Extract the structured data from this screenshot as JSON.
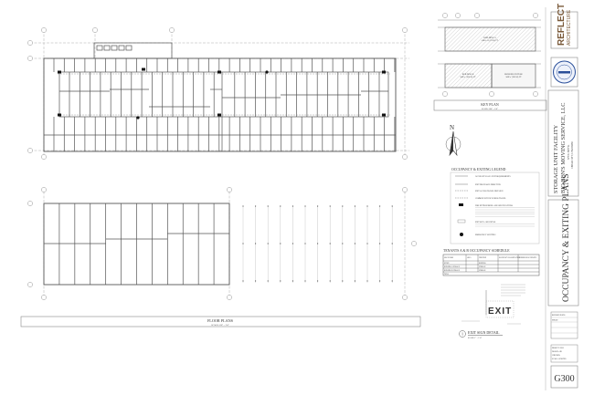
{
  "floor_plans": {
    "title": "FLOOR PLANS",
    "scale": "SCALE: 1/16\" = 1'-0\""
  },
  "key_plan": {
    "title": "KEY PLAN",
    "scale": "SCALE: 1/64\" = 1'-0\"",
    "building_a": "BUILDING A",
    "building_a_area": "AREA: 15,672 SQ. FT.",
    "building_b": "BUILDING B",
    "building_b_area": "AREA: 7,836 SQ. FT.",
    "future": "BUILDING FUTURE",
    "future_area": "AREA: 7,836 SQ. FT."
  },
  "legend": {
    "title": "OCCUPANCY & EXITING LEGEND",
    "items": [
      "OCCUPANT LOAD / EXIT REQUIREMENTS",
      "EXIT DISCHARGE DIRECTION",
      "EXIT ACCESS TRAVEL DISTANCE",
      "COMMON PATH OF EGRESS TRAVEL",
      "FIRE EXTINGUISHER - SEE SPECIFICATIONS",
      "EXIT SIGN - SEE DETAIL",
      "EMERGENCY LIGHTING"
    ]
  },
  "schedule": {
    "title": "TENANTS A & B OCCUPANCY SCHEDULE",
    "headers": [
      "SPACE NAME",
      "AREA",
      "FUNCTION",
      "OCCUPANCY CLASSIFICATION",
      "NUMBER OF OCCUPANTS"
    ],
    "rows": [
      [
        "OFFICE",
        "",
        "BUSINESS",
        "",
        ""
      ],
      [
        "BUILDING A STORAGE",
        "",
        "STORAGE",
        "",
        ""
      ],
      [
        "BUILDING B STORAGE",
        "",
        "STORAGE",
        "",
        ""
      ],
      [
        "TOTAL",
        "",
        "",
        "",
        ""
      ]
    ]
  },
  "exit_detail": {
    "sign_text": "EXIT",
    "title": "EXIT SIGN DETAIL",
    "scale": "SCALE: 1\" = 1'-0\"",
    "number": "1"
  },
  "north": "N",
  "title_block": {
    "firm": "REFLECT",
    "firm_sub": "ARCHITECTURE",
    "project_line1": "STORAGE UNIT FACILITY",
    "project_line2": "BIG BEN'S MOVING SERVICE, LLC",
    "address1": "377 N. 3875 W.",
    "address2": "CEDAR CITY, UTAH 84721",
    "sheet_title": "OCCUPANCY & EXITING PLANS",
    "revisions_label": "REVISION DATES",
    "issued_label": "ISSUED",
    "project_no": "PROJECT: 22033",
    "drawn_by": "DRAWN: AJK",
    "checked": "CHECKED:",
    "scale": "SCALE: AS NOTED",
    "sheet_number": "G300"
  },
  "colors": {
    "line": "#555555",
    "light": "#999999",
    "seal": "#2a4f9a",
    "logo": "#7a5a3a"
  }
}
